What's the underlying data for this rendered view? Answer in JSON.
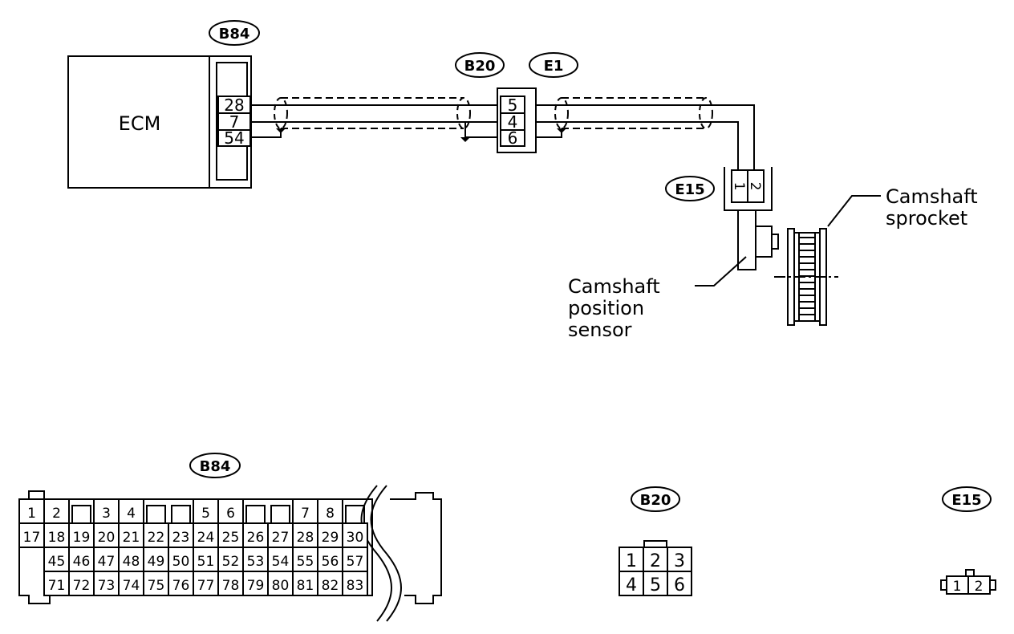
{
  "diagram": {
    "ecm": {
      "label": "ECM"
    },
    "connectors": {
      "b84_top": "B84",
      "b20_top": "B20",
      "e1_top": "E1",
      "e15_top": "E15",
      "b84_bottom": "B84",
      "b20_bottom": "B20",
      "e15_bottom": "E15"
    },
    "b84_pins": [
      "28",
      "7",
      "54"
    ],
    "b20e1_pins": [
      "5",
      "4",
      "6"
    ],
    "e15_pins": [
      "1",
      "2"
    ],
    "labels": {
      "camshaft_sprocket": [
        "Camshaft",
        "sprocket"
      ],
      "camshaft_position_sensor": [
        "Camshaft",
        "position",
        "sensor"
      ]
    },
    "b84_face": {
      "row1": [
        "1",
        "2",
        "3",
        "4",
        "5",
        "6",
        "7",
        "8"
      ],
      "row2": [
        "17",
        "18",
        "19",
        "20",
        "21",
        "22",
        "23",
        "24",
        "25",
        "26",
        "27",
        "28",
        "29",
        "30"
      ],
      "row3": [
        "45",
        "46",
        "47",
        "48",
        "49",
        "50",
        "51",
        "52",
        "53",
        "54",
        "55",
        "56",
        "57"
      ],
      "row4": [
        "71",
        "72",
        "73",
        "74",
        "75",
        "76",
        "77",
        "78",
        "79",
        "80",
        "81",
        "82",
        "83"
      ]
    },
    "b20_face": {
      "row1": [
        "1",
        "2",
        "3"
      ],
      "row2": [
        "4",
        "5",
        "6"
      ]
    },
    "e15_face": [
      "1",
      "2"
    ]
  }
}
